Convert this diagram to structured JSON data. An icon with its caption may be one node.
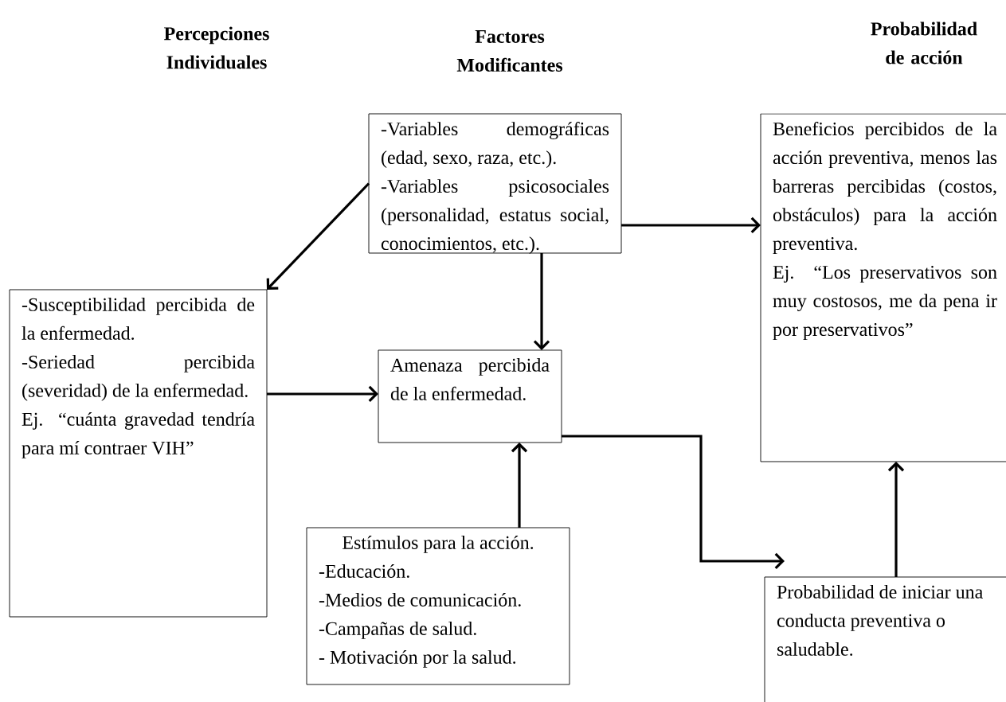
{
  "diagram": {
    "nodes": [
      {
        "text": [
          "-Variables demográficas (edad, sexo, raza, etc.).",
          "-Variables psicosociales (personalidad, estatus social, conocimientos, etc.)."
        ]
      },
      {
        "text": [
          "Beneficios percibidos de la acción preventiva, menos las barreras percibidas (costos, obstáculos) para la acción preventiva.",
          "Ej. “Los preservativos son muy costosos, me da pena ir por preservativos”"
        ]
      },
      {
        "text": [
          "-Susceptibilidad percibida de la enfermedad.",
          "-Seriedad percibida (severidad) de la enfermedad.",
          "Ej. “cuánta gravedad tendría para mí contraer VIH”"
        ]
      },
      {
        "text": [
          "Amenaza percibida de la enfermedad."
        ]
      },
      {
        "text": [
          "Estímulos para la acción.",
          "-Educación.",
          "-Medios de comunicación.",
          "-Campañas de salud.",
          "- Motivación por la salud."
        ]
      },
      {
        "text": [
          "Probabilidad de iniciar una conducta preventiva o saludable."
        ]
      }
    ],
    "edges": [
      {
        "from": 0,
        "to": 2,
        "arrow": "to"
      },
      {
        "from": 0,
        "to": 1,
        "arrow": "to"
      },
      {
        "from": 0,
        "to": 3,
        "arrow": "to"
      },
      {
        "from": 2,
        "to": 3,
        "arrow": "to"
      },
      {
        "from": 4,
        "to": 3,
        "arrow": "to"
      },
      {
        "from": 3,
        "to": 5,
        "arrow": "to"
      },
      {
        "from": 5,
        "to": 1,
        "arrow": "to"
      }
    ],
    "labels": [
      "Percepciones Individuales",
      "Factores Modificantes",
      "Probabilidad de acción"
    ]
  }
}
